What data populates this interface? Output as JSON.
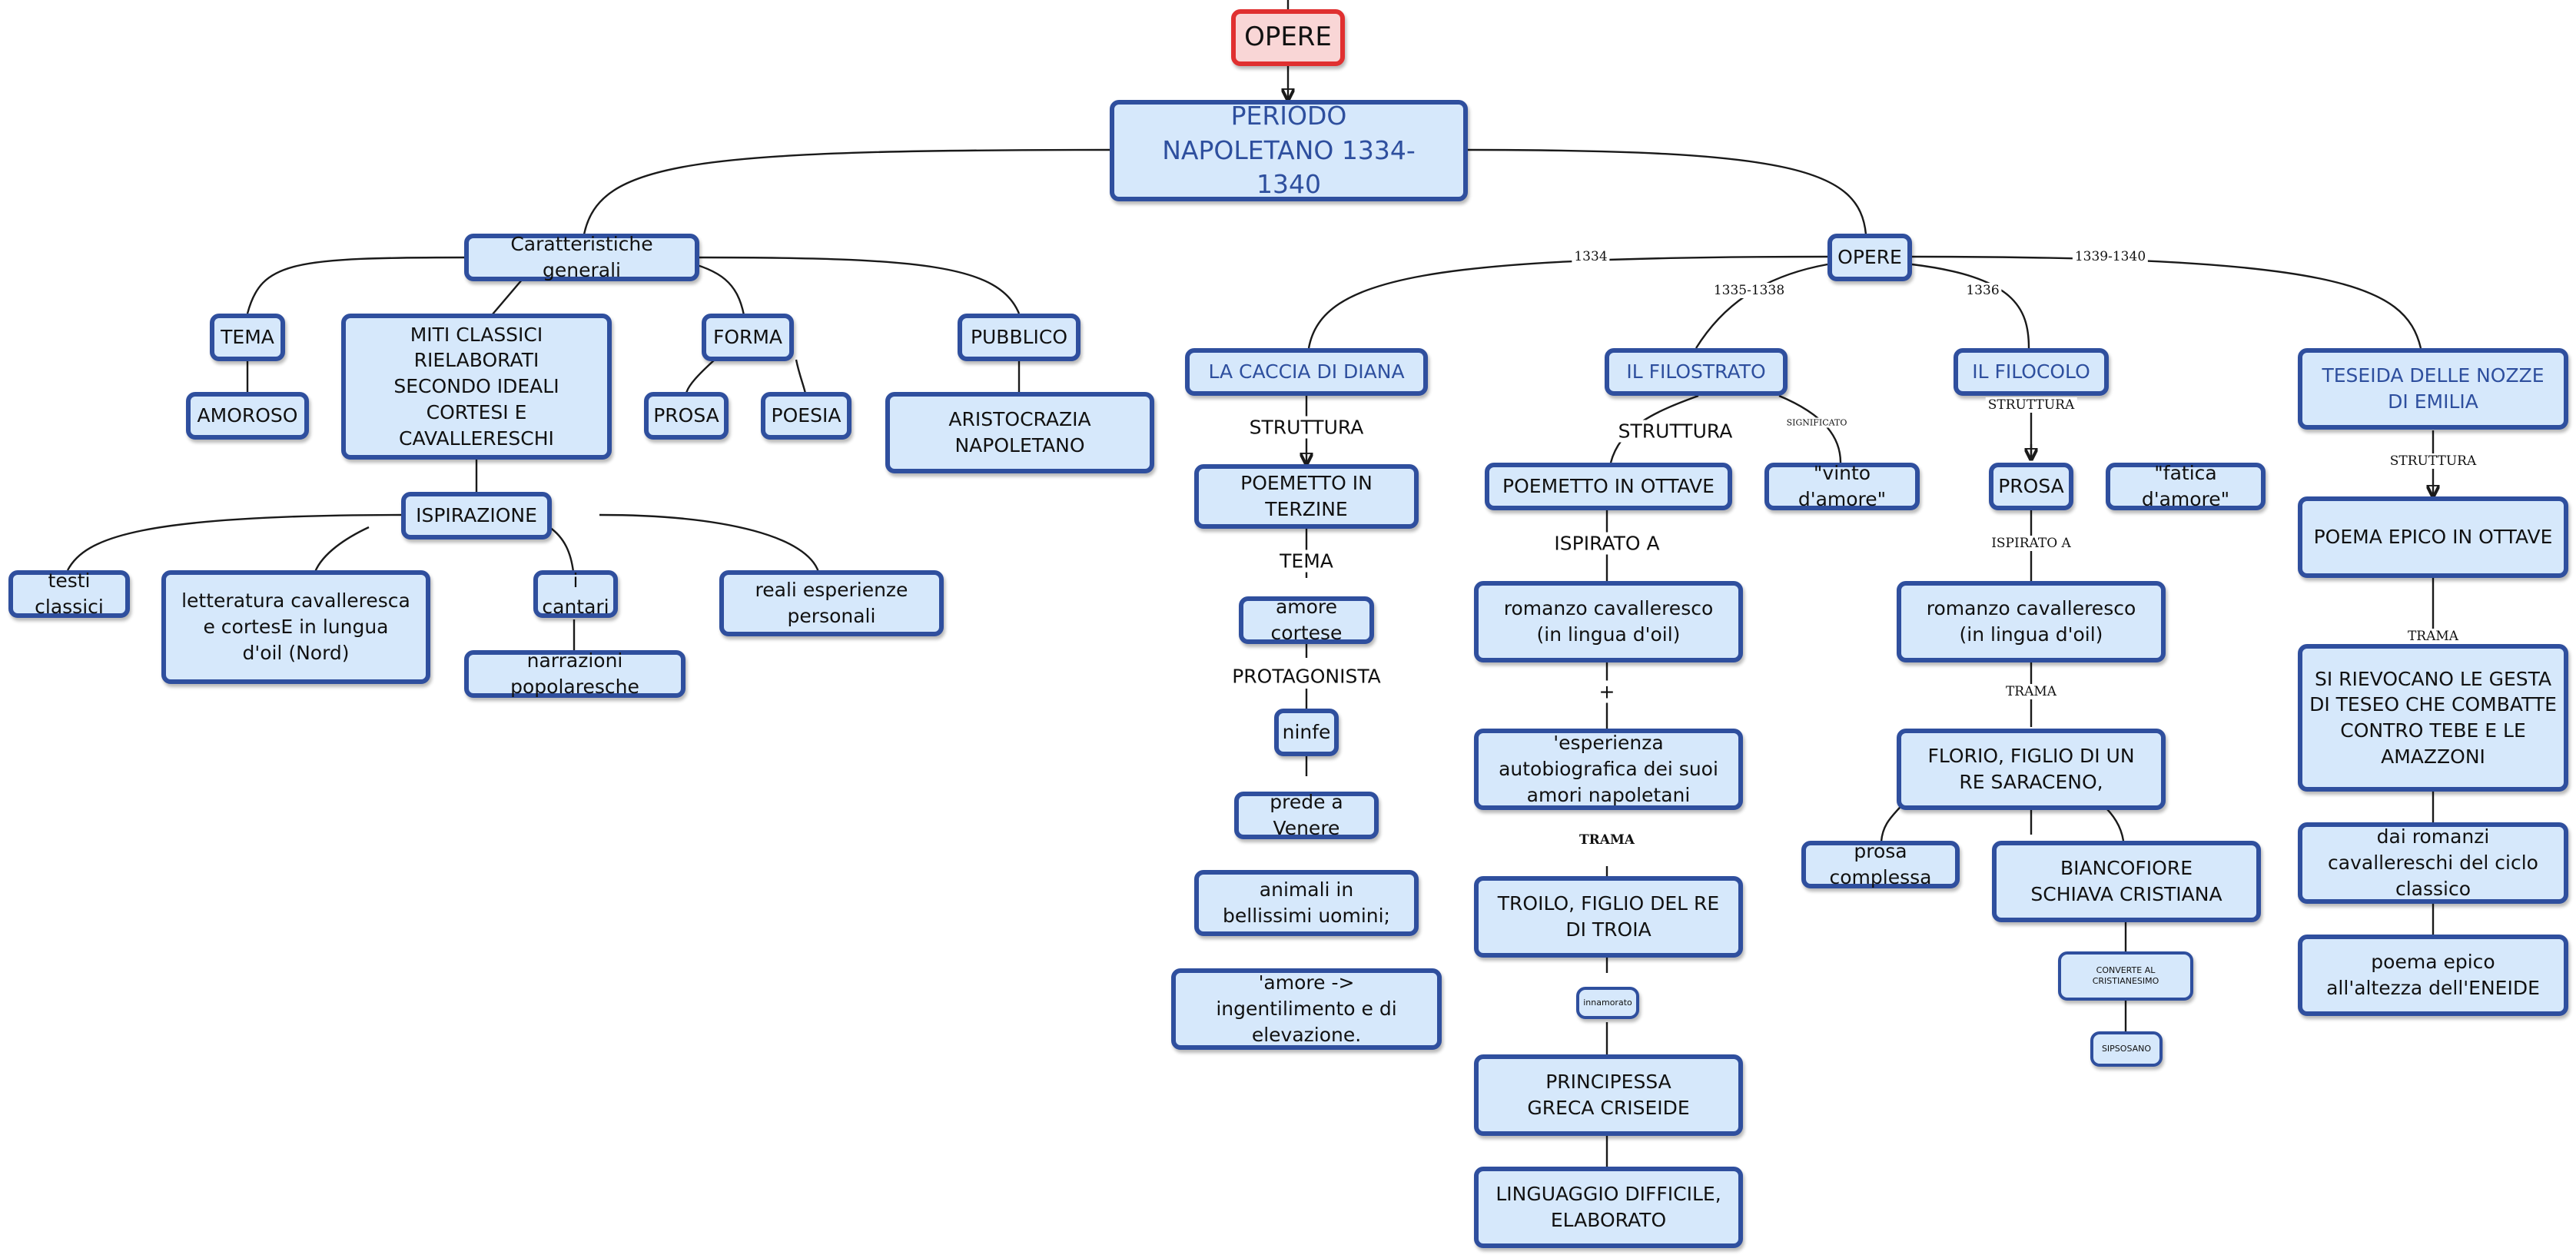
{
  "nodes": {
    "opere_root": "OPERE",
    "periodo_napoletano": "PERIODO NAPOLETANO 1334-1340",
    "caratteristiche_generali": "Caratteristiche generali",
    "opere": "OPERE",
    "tema": "TEMA",
    "amoroso": "AMOROSO",
    "miti_classici": "MITI CLASSICI RIELABORATI SECONDO IDEALI CORTESI E CAVALLERESCHI",
    "forma": "FORMA",
    "prosa_forma": "PROSA",
    "poesia": "POESIA",
    "pubblico": "PUBBLICO",
    "aristocrazia": "ARISTOCRAZIA NAPOLETANO",
    "ispirazione": "ISPIRAZIONE",
    "testi_classici": "testi classici",
    "letteratura_cavalleresca": "letteratura cavalleresca e cortesE in lungua d'oil (Nord)",
    "i_cantari": "i cantari",
    "narrazioni_popolaresche": "narrazioni popolaresche",
    "reali_esperienze": "reali esperienze personali",
    "caccia_di_diana": "LA CACCIA DI DIANA",
    "poemetto_terzine": "POEMETTO IN TERZINE",
    "amore_cortese": "amore cortese",
    "ninfe": "ninfe",
    "prede_venere": "prede a Venere",
    "animali_uomini": "animali in bellissimi uomini;",
    "amore_ingentilimento": "'amore -> ingentilimento e di elevazione.",
    "il_filostrato": "IL FILOSTRATO",
    "poemetto_ottave": "POEMETTO IN OTTAVE",
    "vinto_amore": "\"vinto d'amore\"",
    "romanzo_cavalleresco_1": "romanzo cavalleresco (in lingua d'oil)",
    "esperienza_autobiografica": "'esperienza autobiografica dei suoi amori napoletani",
    "troilo": "TROILO, FIGLIO DEL RE DI TROIA",
    "innamorato": "innamorato",
    "principessa_greca": "PRINCIPESSA GRECA CRISEIDE",
    "linguaggio_difficile": "LINGUAGGIO DIFFICILE, ELABORATO",
    "il_filocolo": "IL FILOCOLO",
    "prosa_filocolo": "PROSA",
    "fatica_amore": "\"fatica d'amore\"",
    "romanzo_cavalleresco_2": "romanzo cavalleresco (in lingua d'oil)",
    "florio": "FLORIO, FIGLIO DI UN RE SARACENO,",
    "prosa_complessa": "prosa complessa",
    "biancofiore": "BIANCOFIORE SCHIAVA CRISTIANA",
    "converte": "CONVERTE AL CRISTIANESIMO",
    "sipsosano": "SIPSOSANO",
    "teseida": "TESEIDA DELLE NOZZE DI EMILIA",
    "poema_epico_ottave": "POEMA EPICO IN OTTAVE",
    "si_rievocano": "SI RIEVOCANO LE GESTA DI TESEO CHE COMBATTE CONTRO TEBE E LE AMAZZONI",
    "dai_romanzi": "dai romanzi cavallereschi del ciclo classico",
    "poema_epico_eneide": "poema epico all'altezza dell'ENEIDE"
  },
  "edge_labels": {
    "y1334": "1334",
    "y1335_1338": "1335-1338",
    "y1336": "1336",
    "y1339_1340": "1339-1340",
    "caccia_struttura": "STRUTTURA",
    "caccia_tema": "TEMA",
    "caccia_protagonista": "PROTAGONISTA",
    "filostrato_struttura": "STRUTTURA",
    "filostrato_significato": "SIGNIFICATO",
    "filostrato_ispirato": "ISPIRATO A",
    "filostrato_plus": "+",
    "filostrato_trama": "TRAMA",
    "filocolo_struttura": "STRUTTURA",
    "filocolo_ispirato": "ISPIRATO A",
    "filocolo_trama": "TRAMA",
    "teseida_struttura": "STRUTTURA",
    "teseida_trama": "TRAMA"
  },
  "colors": {
    "node_fill": "#d6e8fb",
    "node_border": "#2f4f9e",
    "root_fill": "#f9d6d6",
    "root_border": "#e03030",
    "title_text": "#2e4f9e",
    "link": "#1a1a1a"
  }
}
